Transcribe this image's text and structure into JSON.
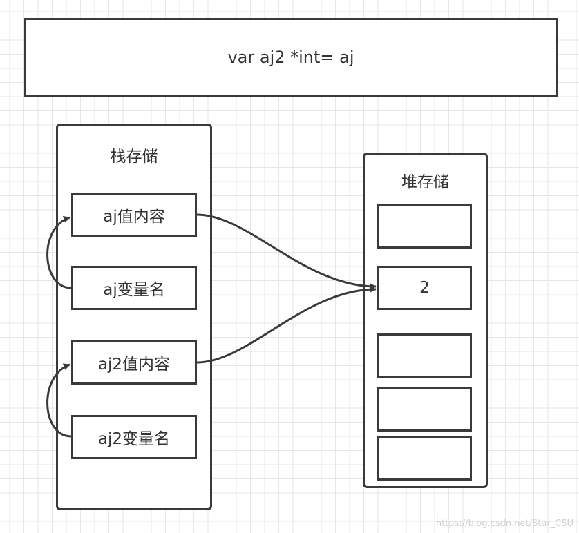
{
  "header": {
    "code": "var aj2 *int= aj"
  },
  "stack": {
    "title": "栈存储",
    "cells": [
      "aj值内容",
      "aj变量名",
      "aj2值内容",
      "aj2变量名"
    ]
  },
  "heap": {
    "title": "堆存储",
    "cells": [
      "",
      "2",
      "",
      "",
      ""
    ]
  },
  "watermark": "https://blog.csdn.net/Star_CSU"
}
